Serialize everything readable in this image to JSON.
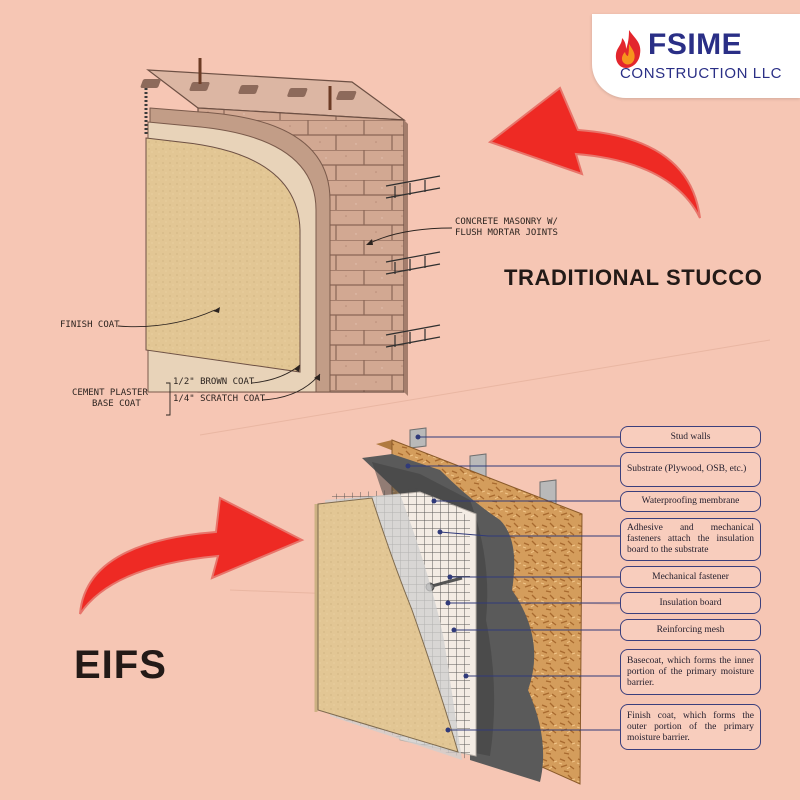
{
  "brand": {
    "name": "FSIME",
    "subtitle": "CONSTRUCTION LLC",
    "colors": {
      "navy": "#2a2f86",
      "flame_red": "#e3262d",
      "flame_orange": "#f7941d"
    }
  },
  "headings": {
    "traditional": "TRADITIONAL STUCCO",
    "eifs": "EIFS"
  },
  "stucco_labels": {
    "masonry_line1": "CONCRETE MASONRY W/",
    "masonry_line2": "FLUSH MORTAR JOINTS",
    "finish": "FINISH COAT",
    "base_line1": "CEMENT PLASTER",
    "base_line2": "BASE COAT",
    "brown": "1/2\" BROWN COAT",
    "scratch": "1/4\" SCRATCH COAT"
  },
  "eifs_callouts": [
    "Stud walls",
    "Substrate (Plywood, OSB, etc.)",
    "Waterproofing membrane",
    "Adhesive and mechanical fasteners attach the insulation board to the substrate",
    "Mechanical fastener",
    "Insulation board",
    "Reinforcing mesh",
    "Basecoat, which forms the inner portion of the primary moisture barrier.",
    "Finish coat, which forms the outer portion of the primary moisture barrier."
  ],
  "colors": {
    "background": "#f6c6b4",
    "arrow_red": "#ee2a24",
    "block": "#d2a892",
    "finish_coat": "#e4c99b",
    "osb": "#d49d5c",
    "callout_border": "#3b3f7c"
  }
}
